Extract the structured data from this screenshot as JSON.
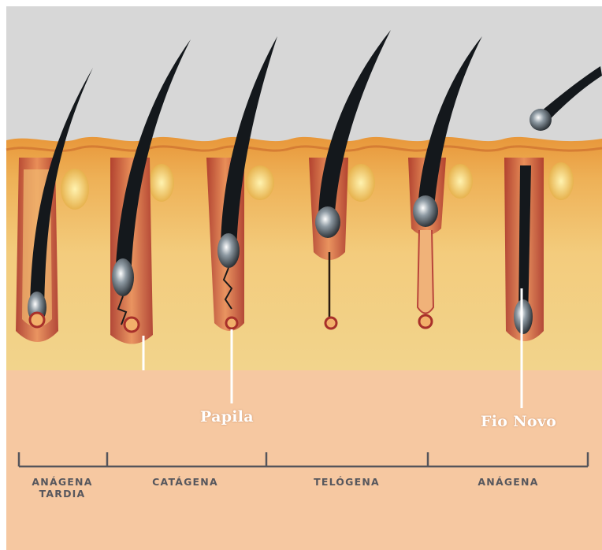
{
  "colors": {
    "sky": "#d6d6d6",
    "skin_surface": "#e9a03f",
    "dermis": "#f3cf7f",
    "subcutis": "#f6c7a0",
    "follicle_edge": "#b8453a",
    "hair": "#14181c",
    "timeline": "#55555b",
    "callout": "#ffffff"
  },
  "callouts": {
    "papila": "Papila",
    "fio_novo": "Fio Novo"
  },
  "phases": {
    "anagena_tardia_line1": "ANÁGENA",
    "anagena_tardia_line2": "TARDIA",
    "catagena": "CATÁGENA",
    "telogena": "TELÓGENA",
    "anagena": "ANÁGENA"
  }
}
